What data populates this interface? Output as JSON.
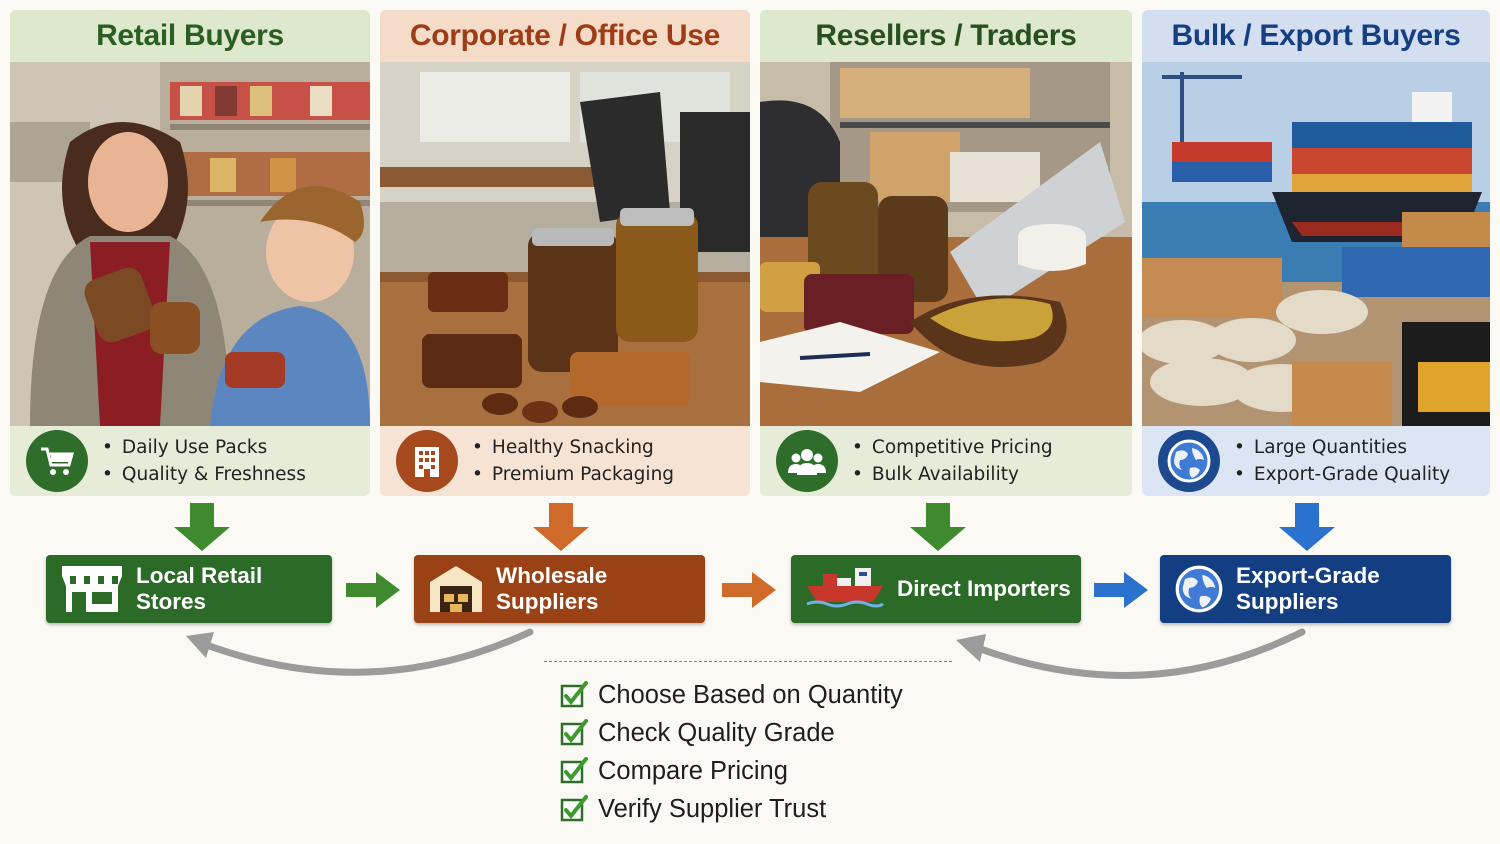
{
  "panels": [
    {
      "title": "Retail Buyers",
      "bullets": [
        "Daily Use Packs",
        "Quality & Freshness"
      ],
      "icon": "shopping-cart-icon",
      "color": "#2f6e2a"
    },
    {
      "title": "Corporate / Office Use",
      "bullets": [
        "Healthy Snacking",
        "Premium Packaging"
      ],
      "icon": "office-building-icon",
      "color": "#a64a1d"
    },
    {
      "title": "Resellers / Traders",
      "bullets": [
        "Competitive Pricing",
        "Bulk Availability"
      ],
      "icon": "group-people-icon",
      "color": "#2f6e2a"
    },
    {
      "title": "Bulk / Export Buyers",
      "bullets": [
        "Large Quantities",
        "Export-Grade Quality"
      ],
      "icon": "globe-icon",
      "color": "#1d4a8f"
    }
  ],
  "flow": [
    {
      "label": "Local Retail Stores",
      "icon": "storefront-icon",
      "color": "#2b6a27"
    },
    {
      "label": "Wholesale Suppliers",
      "icon": "warehouse-icon",
      "color": "#9a4216"
    },
    {
      "label": "Direct Importers",
      "icon": "cargo-ship-icon",
      "color": "#2b6a27"
    },
    {
      "label": "Export-Grade Suppliers",
      "icon": "globe-icon",
      "color": "#143e82"
    }
  ],
  "checklist": [
    "Choose Based on Quantity",
    "Check Quality Grade",
    "Compare Pricing",
    "Verify Supplier Trust"
  ]
}
